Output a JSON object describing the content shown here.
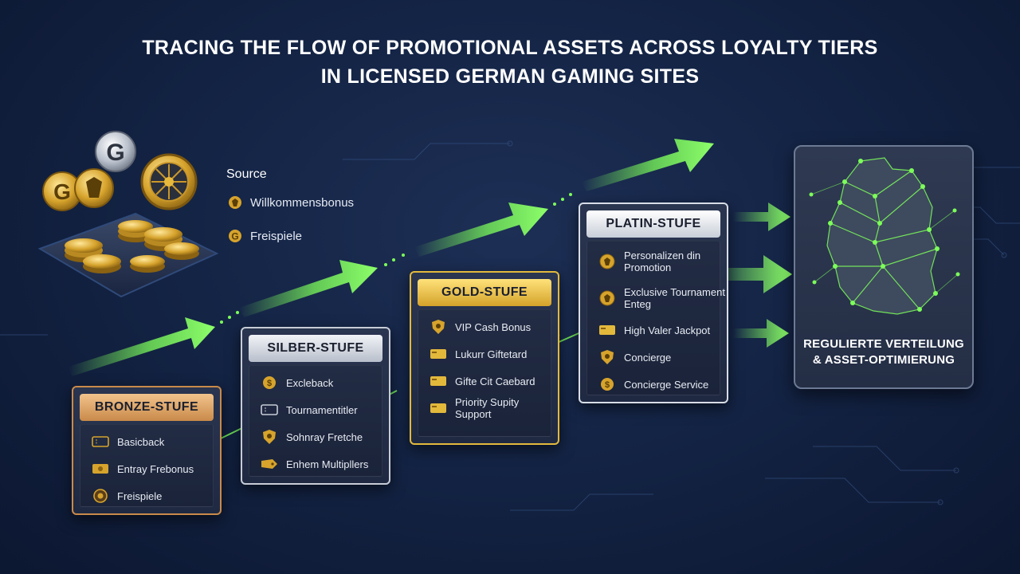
{
  "title": {
    "line1": "TRACING THE FLOW OF PROMOTIONAL ASSETS ACROSS LOYALTY TIERS",
    "line2": "IN LICENSED GERMAN GAMING SITES"
  },
  "source": {
    "label": "Source",
    "items": [
      {
        "label": "Willkommensbonus",
        "icon": "eagle-coin-icon"
      },
      {
        "label": "Freispiele",
        "icon": "g-coin-icon"
      }
    ]
  },
  "tiers": [
    {
      "name": "BRONZE-STUFE",
      "items": [
        {
          "label": "Basicback",
          "icon": "ticket-icon"
        },
        {
          "label": "Entray Frebonus",
          "icon": "cash-icon"
        },
        {
          "label": "Freispiele",
          "icon": "medal-icon"
        }
      ]
    },
    {
      "name": "SILBER-STUFE",
      "items": [
        {
          "label": "Excleback",
          "icon": "dollar-coin-icon"
        },
        {
          "label": "Tournamentitler",
          "icon": "ticket-icon"
        },
        {
          "label": "Sohnray Fretche",
          "icon": "shield-icon"
        },
        {
          "label": "Enhem Multipllers",
          "icon": "tag-icon"
        }
      ]
    },
    {
      "name": "GOLD-STUFE",
      "items": [
        {
          "label": "VIP Cash Bonus",
          "icon": "shield-icon"
        },
        {
          "label": "Lukurr Giftetard",
          "icon": "card-icon"
        },
        {
          "label": "Gifte Cit Caebard",
          "icon": "card-icon"
        },
        {
          "label": "Priority Supity Support",
          "icon": "card-icon"
        }
      ]
    },
    {
      "name": "PLATIN-STUFE",
      "items": [
        {
          "label": "Personalizen din Promotion",
          "icon": "eagle-coin-icon"
        },
        {
          "label": "Exclusive Tournament Enteg",
          "icon": "eagle-coin-icon"
        },
        {
          "label": "High Valer Jackpot",
          "icon": "card-icon"
        },
        {
          "label": "Concierge",
          "icon": "shield-icon"
        },
        {
          "label": "Concierge Service",
          "icon": "dollar-coin-icon"
        }
      ]
    }
  ],
  "destination": {
    "line1": "REGULIERTE VERTEILUNG",
    "line2": "& ASSET-OPTIMIERUNG"
  },
  "colors": {
    "flow_green": "#7dff5a",
    "gold": "#e3b93c",
    "bronze": "#c98a4a",
    "silver": "#c7ccd6",
    "background": "#142445"
  }
}
